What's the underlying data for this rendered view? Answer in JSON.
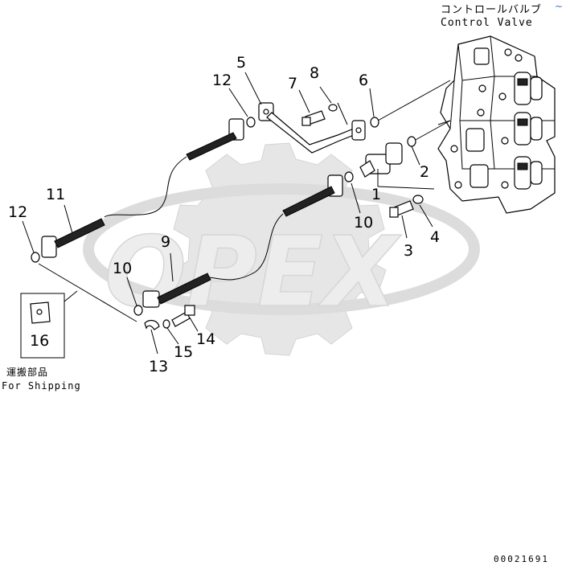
{
  "header": {
    "title_jp": "コントロールバルブ",
    "title_en": "Control Valve",
    "corner_mark": "~"
  },
  "watermark": {
    "text": "OPEX"
  },
  "callouts": {
    "c1": "1",
    "c2": "2",
    "c3": "3",
    "c4": "4",
    "c5": "5",
    "c6": "6",
    "c7": "7",
    "c8": "8",
    "c9": "9",
    "c10a": "10",
    "c10b": "10",
    "c11": "11",
    "c12a": "12",
    "c12b": "12",
    "c13": "13",
    "c14": "14",
    "c15": "15",
    "c16": "16"
  },
  "shipping": {
    "label_jp": "運搬部品",
    "label_en": "For Shipping"
  },
  "footer": {
    "drawing_code": "00021691"
  }
}
